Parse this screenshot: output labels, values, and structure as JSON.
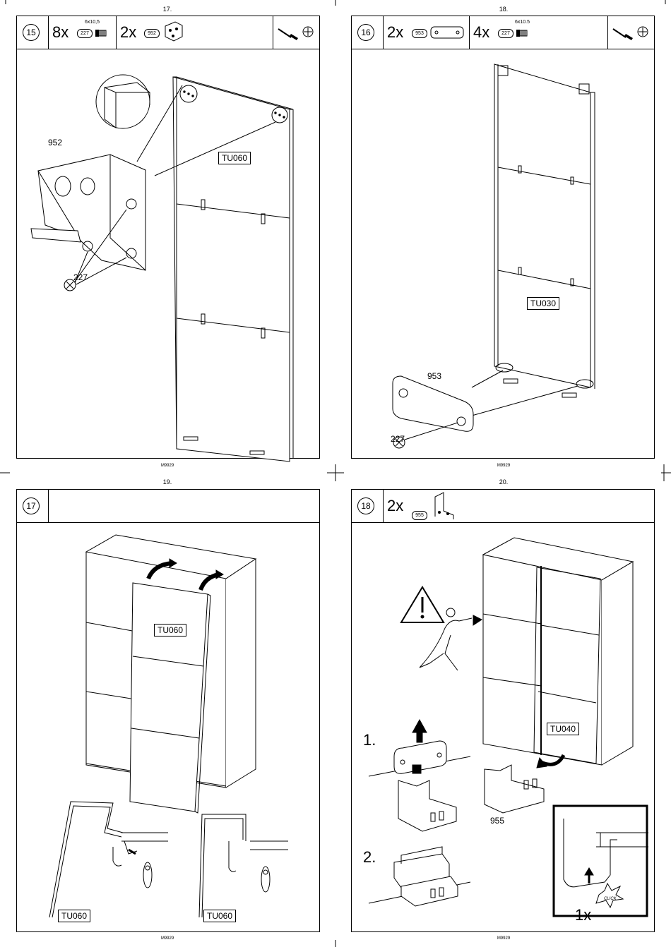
{
  "pages": [
    {
      "number": "17.",
      "footer": "M9929",
      "step": "15",
      "qty_a": "8x",
      "part_a": "227",
      "size_a": "6x10,5",
      "qty_b": "2x",
      "part_b": "952",
      "callout": "952",
      "screw_label": "227",
      "panel_label": "TU060"
    },
    {
      "number": "18.",
      "footer": "M9929",
      "step": "16",
      "qty_a": "2x",
      "part_a": "953",
      "qty_b": "4x",
      "part_b": "227",
      "size_b": "6x10.5",
      "callout": "953",
      "screw_label": "227",
      "panel_label": "TU030"
    },
    {
      "number": "19.",
      "footer": "M9929",
      "step": "17",
      "panel_label": "TU060",
      "detail_left": "TU060",
      "detail_right": "TU060"
    },
    {
      "number": "20.",
      "footer": "M9929",
      "step": "18",
      "qty_a": "2x",
      "part_a": "955",
      "panel_label": "TU040",
      "sub1": "1.",
      "sub2": "2.",
      "part_label": "955",
      "click_qty": "1x",
      "click_text": "CLICK"
    }
  ]
}
